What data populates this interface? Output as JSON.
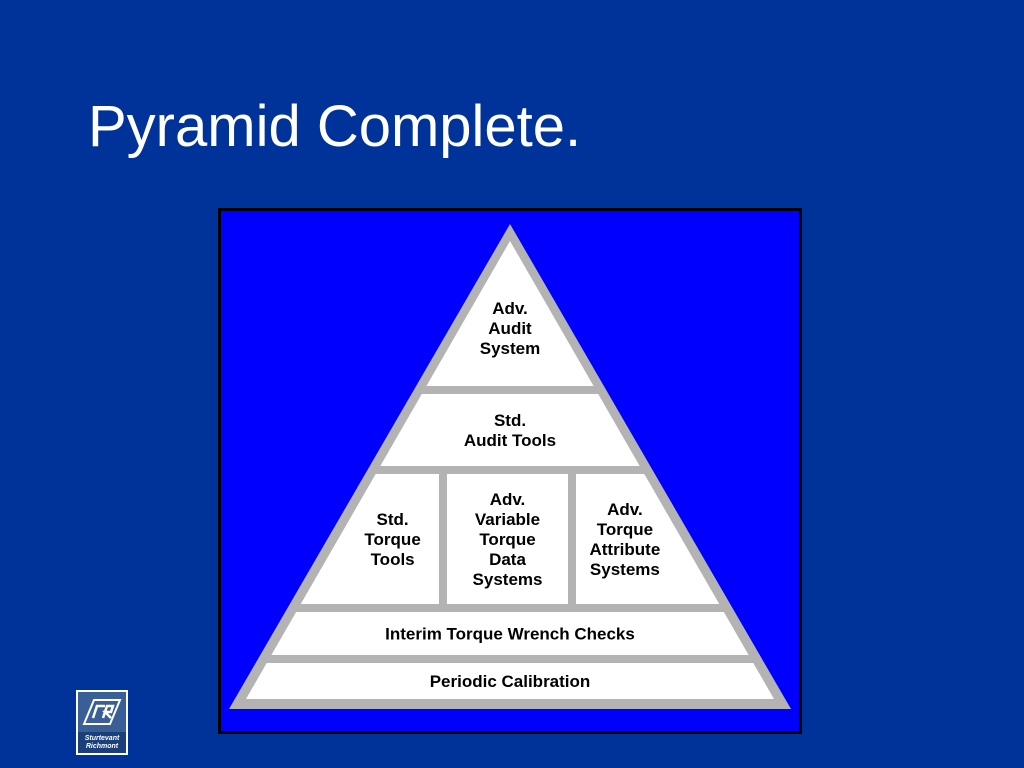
{
  "slide": {
    "title": "Pyramid Complete."
  },
  "pyramid": {
    "layers": [
      {
        "id": "adv-audit-system",
        "label": [
          "Adv.",
          "Audit",
          "System"
        ]
      },
      {
        "id": "std-audit-tools",
        "label": [
          "Std.",
          "Audit Tools"
        ]
      },
      {
        "id": "std-torque-tools",
        "label": [
          "Std.",
          "Torque",
          "Tools"
        ]
      },
      {
        "id": "adv-variable-torque-data-systems",
        "label": [
          "Adv.",
          "Variable",
          "Torque",
          "Data",
          "Systems"
        ]
      },
      {
        "id": "adv-torque-attribute-systems",
        "label": [
          "Adv.",
          "Torque",
          "Attribute",
          "Systems"
        ]
      },
      {
        "id": "interim-torque-wrench-checks",
        "label": [
          "Interim Torque Wrench Checks"
        ]
      },
      {
        "id": "periodic-calibration",
        "label": [
          "Periodic Calibration"
        ]
      }
    ]
  },
  "colors": {
    "slide_background": "#003399",
    "panel_background": "#0000ff",
    "block_fill": "#ffffff",
    "frame": "#b3b3b3"
  },
  "logo": {
    "icon": "sr-logo-icon",
    "text": [
      "Sturtevant",
      "Richmont"
    ]
  }
}
